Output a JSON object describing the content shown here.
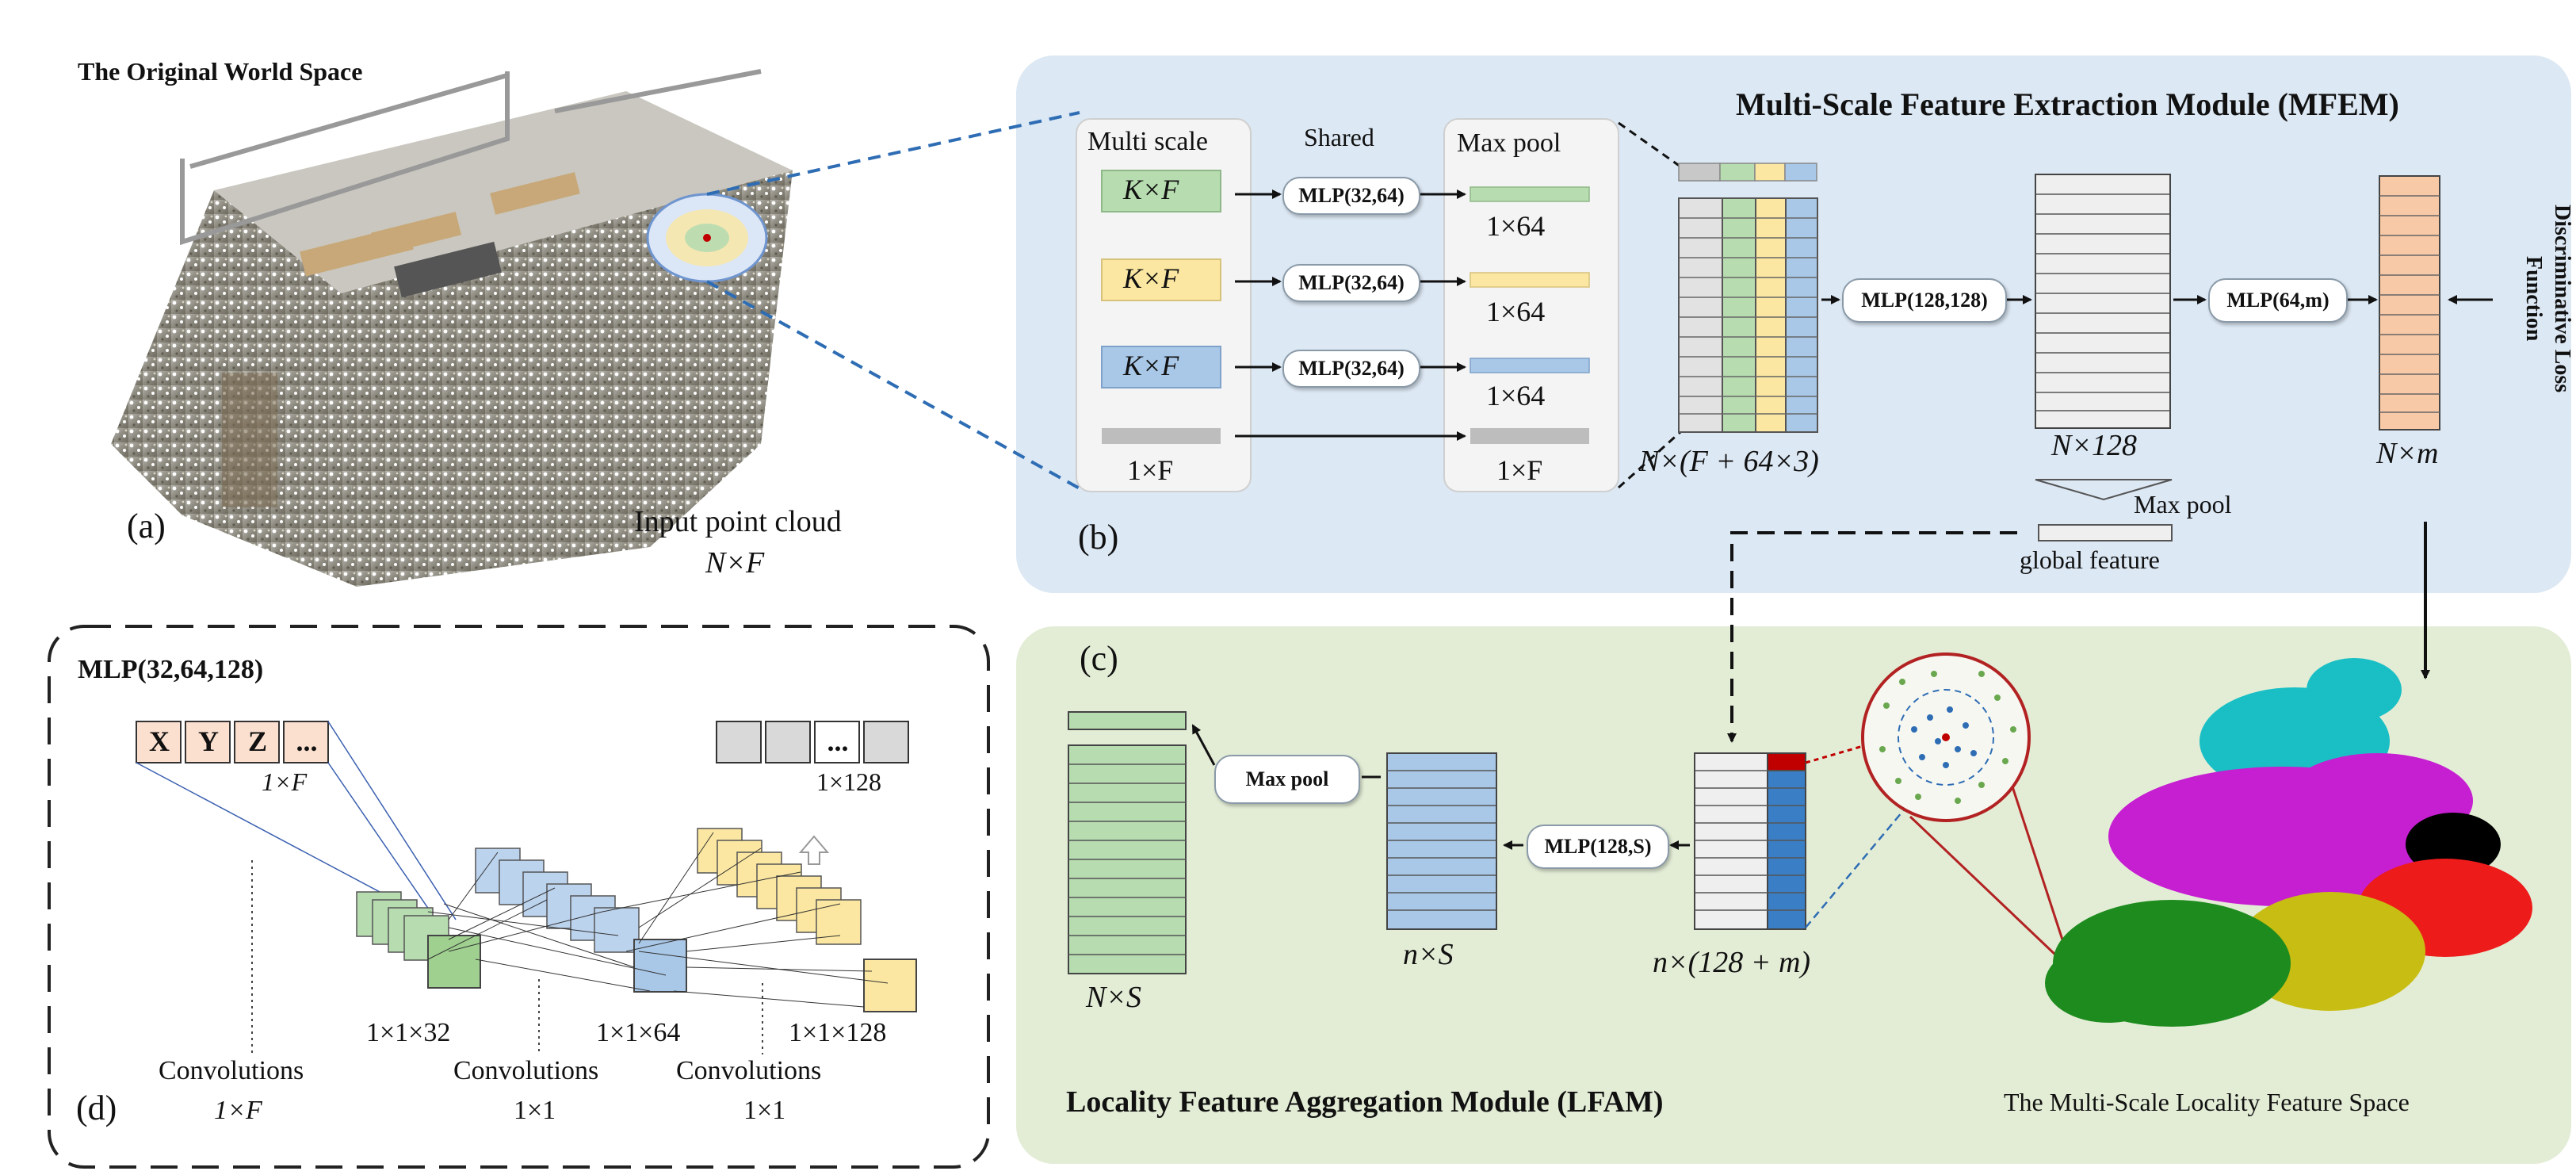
{
  "panel_a": {
    "title": "The Original World Space",
    "label": "(a)",
    "caption": "Input point cloud",
    "dims": "N×F"
  },
  "panel_b": {
    "title": "Multi-Scale Feature Extraction Module (MFEM)",
    "label": "(b)",
    "multi_scale_title": "Multi scale",
    "shared_title": "Shared",
    "maxpool_title": "Max pool",
    "rows": [
      {
        "input": "K×F",
        "mlp": "MLP(32,64)",
        "output": "1×64",
        "color": "#b7dcb0"
      },
      {
        "input": "K×F",
        "mlp": "MLP(32,64)",
        "output": "1×64",
        "color": "#fbe7a1"
      },
      {
        "input": "K×F",
        "mlp": "MLP(32,64)",
        "output": "1×64",
        "color": "#a9c8e8"
      }
    ],
    "passthrough_input": "1×F",
    "passthrough_output": "1×F",
    "concat_dims": "N×(F + 64×3)",
    "mlp_128": "MLP(128,128)",
    "feature_dims": "N×128",
    "maxpool_label": "Max pool",
    "global_feature": "global feature",
    "mlp_64m": "MLP(64,m)",
    "embedding_dims": "N×m",
    "loss": "Discriminative Loss Function"
  },
  "panel_c": {
    "label": "(c)",
    "title": "Locality Feature Aggregation Module (LFAM)",
    "local_dims": "n×(128 + m)",
    "mlp_s": "MLP(128,S)",
    "s_dims": "n×S",
    "maxpool": "Max pool",
    "out_dims": "N×S",
    "space_caption": "The Multi-Scale Locality Feature Space"
  },
  "panel_d": {
    "title": "MLP(32,64,128)",
    "label": "(d)",
    "input_cells": [
      "X",
      "Y",
      "Z",
      "..."
    ],
    "input_dims": "1×F",
    "output_cells": [
      "",
      "",
      "...",
      ""
    ],
    "output_dims": "1×128",
    "layers": [
      {
        "dims": "1×1×32",
        "color": "#b7dcb0"
      },
      {
        "dims": "1×1×64",
        "color": "#bcd3ee"
      },
      {
        "dims": "1×1×128",
        "color": "#fbe7a1"
      }
    ],
    "convs": [
      {
        "name": "Convolutions",
        "kernel": "1×F"
      },
      {
        "name": "Convolutions",
        "kernel": "1×1"
      },
      {
        "name": "Convolutions",
        "kernel": "1×1"
      }
    ]
  },
  "colors": {
    "mfem_bg": "#dce8f4",
    "lfam_bg": "#e3edd6",
    "green": "#b7dcb0",
    "yellow": "#fbe7a1",
    "blue": "#a9c8e8",
    "salmon": "#f8c9a6",
    "red": "#c00000",
    "arrow": "#1a1a1a"
  }
}
